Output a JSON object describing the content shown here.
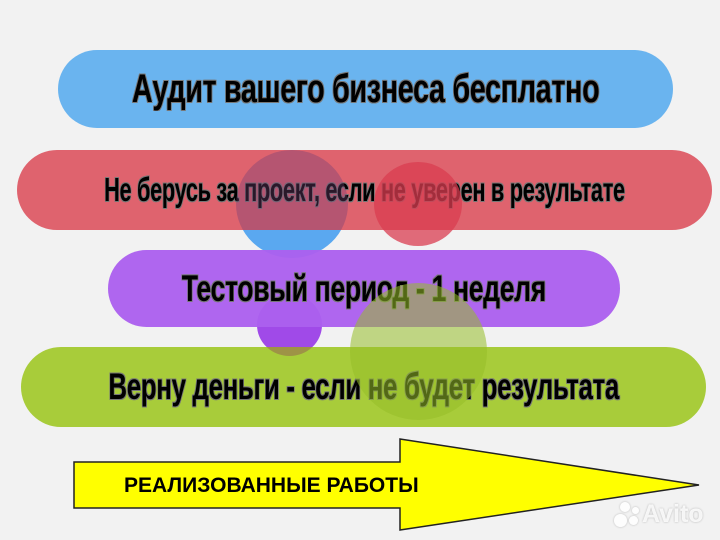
{
  "items": [
    {
      "label": "Аудит вашего бизнеса бесплатно",
      "color": "#6ab4ef"
    },
    {
      "label": "Не берусь за проект, если не уверен  в результате",
      "color": "#dd5b66"
    },
    {
      "label": "Тестовый период  - 1 неделя",
      "color": "#ac60ee"
    },
    {
      "label": "Верну деньги - если не будет результата",
      "color": "#a8cc3a"
    }
  ],
  "arrow": {
    "label": "РЕАЛИЗОВАННЫЕ РАБОТЫ",
    "color": "#ffff00"
  },
  "watermark": {
    "text": "Avito",
    "icon": "avito-dots-icon"
  }
}
